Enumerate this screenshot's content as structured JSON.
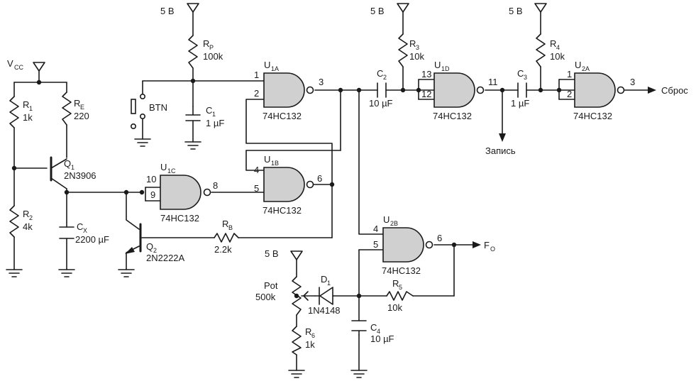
{
  "supplies": {
    "vcc": "V",
    "vcc_sub": "CC",
    "v5": "5 В"
  },
  "labels": {
    "rp": "R",
    "rp_sub": "P",
    "rp_val": "100k",
    "r1": "R",
    "r1_sub": "1",
    "r1_val": "1k",
    "re": "R",
    "re_sub": "E",
    "re_val": "220",
    "r2": "R",
    "r2_sub": "2",
    "r2_val": "4k",
    "cx": "C",
    "cx_sub": "X",
    "cx_val": "2200 µF",
    "q1": "Q",
    "q1_sub": "1",
    "q1_val": "2N3906",
    "q2": "Q",
    "q2_sub": "2",
    "q2_val": "2N2222A",
    "btn": "BTN",
    "c1": "C",
    "c1_sub": "1",
    "c1_val": "1 µF",
    "rb": "R",
    "rb_sub": "B",
    "rb_val": "2.2k",
    "r3": "R",
    "r3_sub": "3",
    "r3_val": "10k",
    "c2": "C",
    "c2_sub": "2",
    "c2_val": "10 µF",
    "r4": "R",
    "r4_sub": "4",
    "r4_val": "10k",
    "c3": "C",
    "c3_sub": "3",
    "c3_val": "1 µF",
    "pot": "Pot",
    "pot_val": "500k",
    "d1": "D",
    "d1_sub": "1",
    "d1_val": "1N4148",
    "r5": "R",
    "r5_sub": "5",
    "r5_val": "10k",
    "r6": "R",
    "r6_sub": "6",
    "r6_val": "1k",
    "c4": "C",
    "c4_sub": "4",
    "c4_val": "10 µF",
    "zapis": "Запись",
    "sbros": "Сброс",
    "fo": "F",
    "fo_sub": "O"
  },
  "gates": {
    "u1a": {
      "name": "U",
      "sub": "1A",
      "part": "74HC132",
      "pin_a": "1",
      "pin_b": "2",
      "pin_out": "3"
    },
    "u1b": {
      "name": "U",
      "sub": "1B",
      "part": "74HC132",
      "pin_a": "4",
      "pin_b": "5",
      "pin_out": "6"
    },
    "u1c": {
      "name": "U",
      "sub": "1C",
      "part": "74HC132",
      "pin_a": "10",
      "pin_b": "9",
      "pin_out": "8"
    },
    "u1d": {
      "name": "U",
      "sub": "1D",
      "part": "74HC132",
      "pin_a": "13",
      "pin_b": "12",
      "pin_out": "11"
    },
    "u2a": {
      "name": "U",
      "sub": "2A",
      "part": "74HC132",
      "pin_a": "1",
      "pin_b": "2",
      "pin_out": "3"
    },
    "u2b": {
      "name": "U",
      "sub": "2B",
      "part": "74HC132",
      "pin_a": "4",
      "pin_b": "5",
      "pin_out": "6"
    }
  }
}
